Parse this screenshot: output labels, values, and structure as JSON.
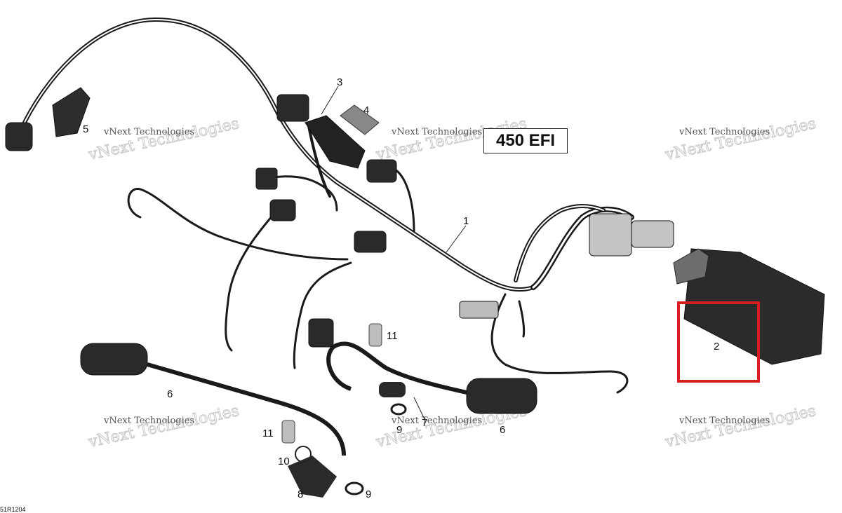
{
  "title_box": "450 EFI",
  "footer_code": "51R1204",
  "watermark": {
    "line1": "vNext Technologies",
    "line2": "vNext Technologies"
  },
  "callouts": [
    "1",
    "2",
    "3",
    "4",
    "5",
    "6",
    "6",
    "7",
    "8",
    "9",
    "9",
    "10",
    "11",
    "11"
  ],
  "highlight_color": "#d62020"
}
